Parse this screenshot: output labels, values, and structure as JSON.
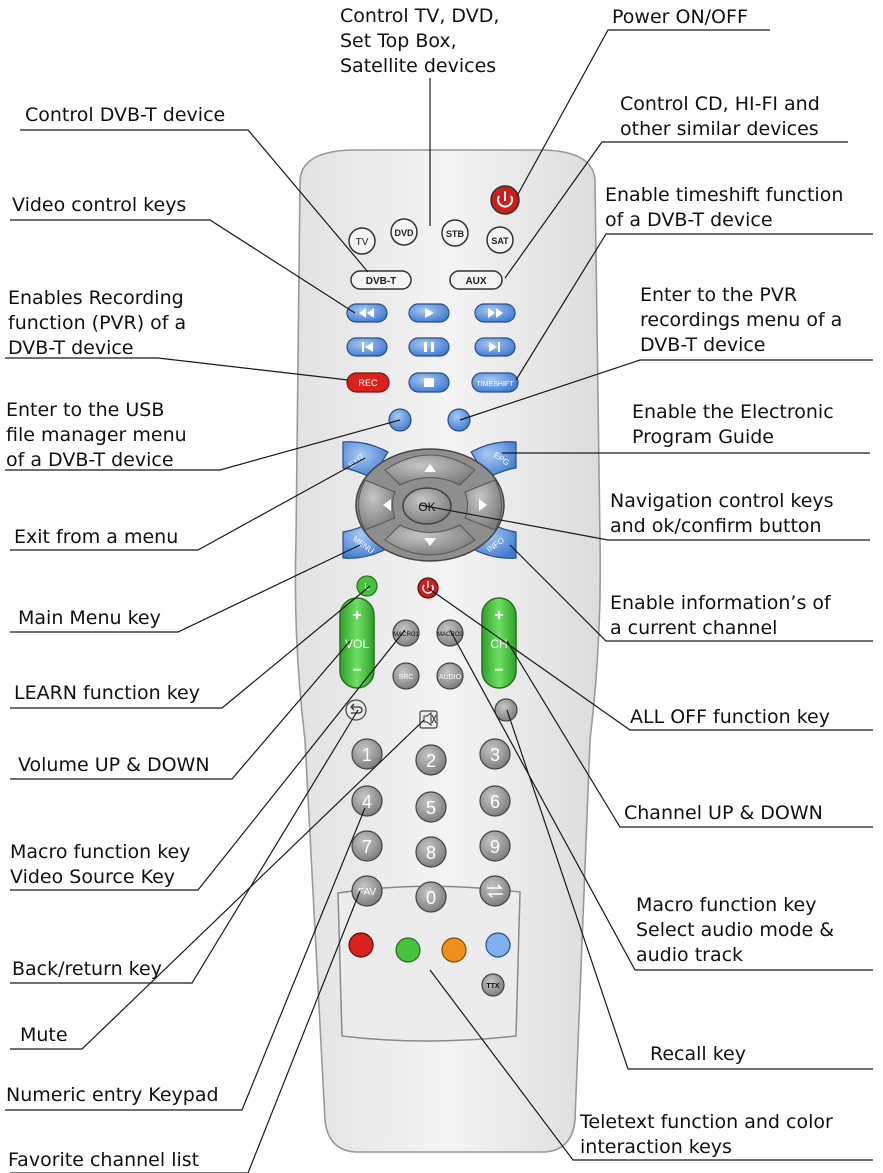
{
  "remote": {
    "source_keys": [
      "TV",
      "DVD",
      "STB",
      "SAT"
    ],
    "mode_keys": [
      "DVB-T",
      "AUX"
    ],
    "rec_label": "REC",
    "timeshift_label": "TIMESHIFT",
    "exit_label": "EXIT",
    "epg_label": "EPG",
    "menu_label": "MENU",
    "info_label": "INFO",
    "ok_label": "OK",
    "learn_label": "L",
    "vol_label": "VOL",
    "ch_label": "CH",
    "plus": "+",
    "minus": "−",
    "macro1_label": "MACRO1",
    "macro2_label": "MACRO2",
    "src_label": "SRC",
    "audio_label": "AUDIO",
    "digits": [
      "1",
      "2",
      "3",
      "4",
      "5",
      "6",
      "7",
      "8",
      "9",
      "0"
    ],
    "fav_label": "FAV",
    "ttx_label": "TTX",
    "colors": {
      "body": "#ececec",
      "blue_key": "#4a86d8",
      "gray_key": "#8a8a8a",
      "green_key": "#46c23e",
      "red_key": "#d8221b",
      "orange_key": "#f0901a",
      "light_blue_key": "#7fb0ee",
      "power": "#cc1f1a"
    }
  },
  "callouts": {
    "control_tv_dvd": [
      "Control TV, DVD,",
      "Set Top Box,",
      "Satellite devices"
    ],
    "power": [
      "Power ON/OFF"
    ],
    "control_dvbt": [
      "Control DVB-T device"
    ],
    "control_cd": [
      "Control CD, HI-FI and",
      "other similar devices"
    ],
    "video_control": [
      "Video control keys"
    ],
    "timeshift": [
      "Enable timeshift function",
      "of a DVB-T device"
    ],
    "recording": [
      "Enables Recording",
      "function (PVR) of a",
      "DVB-T device"
    ],
    "pvr_menu": [
      "Enter to the PVR",
      "recordings menu of a",
      "DVB-T device"
    ],
    "usb": [
      "Enter to the USB",
      "file manager menu",
      "of a DVB-T device"
    ],
    "epg": [
      "Enable the Electronic",
      "Program Guide"
    ],
    "navigation": [
      "Navigation control keys",
      "and ok/confirm  button"
    ],
    "exit": [
      "Exit from a menu"
    ],
    "main_menu": [
      "Main Menu key"
    ],
    "info": [
      "Enable information’s of",
      "a current channel"
    ],
    "learn": [
      "LEARN function key"
    ],
    "all_off": [
      "ALL OFF function key"
    ],
    "volume": [
      "Volume UP & DOWN"
    ],
    "channel": [
      "Channel UP & DOWN"
    ],
    "macro_video": [
      "Macro function key",
      "Video Source Key"
    ],
    "macro_audio": [
      "Macro function key",
      "Select audio mode &",
      "audio track"
    ],
    "back": [
      "Back/return key"
    ],
    "mute": [
      "Mute"
    ],
    "recall": [
      "Recall key"
    ],
    "numeric": [
      "Numeric entry Keypad"
    ],
    "teletext": [
      "Teletext function and color",
      "interaction keys"
    ],
    "favorite": [
      "Favorite channel list"
    ]
  }
}
